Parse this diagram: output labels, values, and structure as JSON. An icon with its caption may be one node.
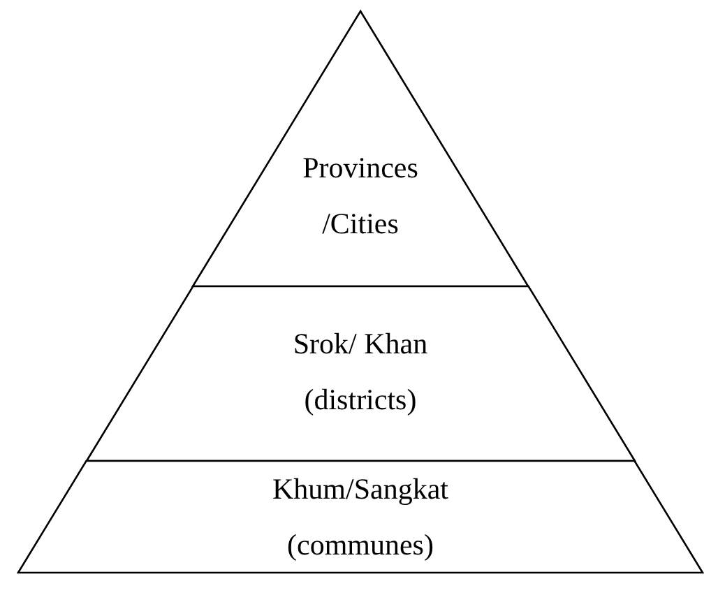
{
  "diagram": {
    "nodes": [
      {
        "text": [
          "Provinces /Cities"
        ]
      },
      {
        "text": [
          "Srok/ Khan (districts)"
        ]
      },
      {
        "text": [
          "Khum/Sangkat (communes)"
        ]
      }
    ]
  }
}
